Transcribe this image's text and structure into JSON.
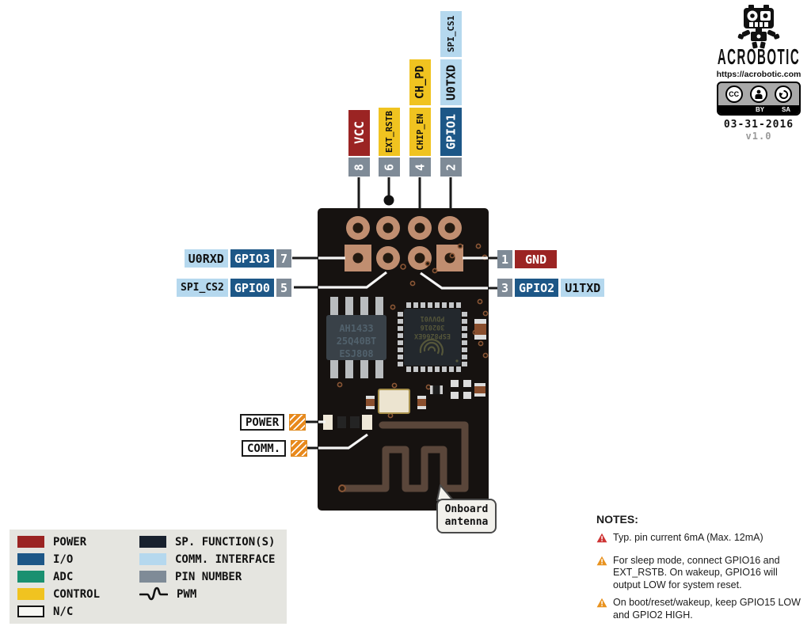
{
  "branding": {
    "name": "ACROBOTIC",
    "url": "https://acrobotic.com",
    "cc_label": "CC",
    "by_label": "BY",
    "sa_label": "SA",
    "date": "03-31-2016",
    "version": "v1.0"
  },
  "pins": {
    "top": [
      {
        "num": "8",
        "l1": "VCC"
      },
      {
        "num": "6",
        "l1": "EXT_RSTB"
      },
      {
        "num": "4",
        "l1": "CHIP_EN",
        "l2": "CH_PD"
      },
      {
        "num": "2",
        "l1": "GPIO1",
        "l2": "U0TXD",
        "l3": "SPI_CS1"
      }
    ],
    "left": [
      {
        "num": "7",
        "gpio": "GPIO3",
        "alt": "U0RXD"
      },
      {
        "num": "5",
        "gpio": "GPIO0",
        "alt": "SPI_CS2"
      }
    ],
    "right": [
      {
        "num": "1",
        "gpio": "GND"
      },
      {
        "num": "3",
        "gpio": "GPIO2",
        "alt": "U1TXD"
      }
    ]
  },
  "board": {
    "flash_chip": {
      "line1": "AH1433",
      "line2": "25Q40BT",
      "line3": "ESJ808"
    },
    "esp_chip": {
      "line1": "ESP8266EX",
      "line2": "302016",
      "line3": "PDVV01"
    },
    "antenna_callout": {
      "line1": "Onboard",
      "line2": "antenna"
    },
    "led_power_label": "POWER",
    "led_comm_label": "COMM."
  },
  "legend": {
    "col1": [
      {
        "label": "POWER",
        "color": "#9b2423"
      },
      {
        "label": "I/O",
        "color": "#1d5787"
      },
      {
        "label": "ADC",
        "color": "#1a9070"
      },
      {
        "label": "CONTROL",
        "color": "#f0c320"
      },
      {
        "label": "N/C",
        "color": "#f7f7f3"
      }
    ],
    "col2": [
      {
        "label": "SP. FUNCTION(S)",
        "color": "#18212e"
      },
      {
        "label": "COMM. INTERFACE",
        "color": "#b5d8ee"
      },
      {
        "label": "PIN NUMBER",
        "color": "#7f8b97"
      },
      {
        "label": "PWM",
        "icon": "pwm-waveform"
      }
    ]
  },
  "notes": {
    "heading": "NOTES:",
    "items": [
      {
        "severity": "red",
        "text": "Typ. pin current 6mA (Max. 12mA)"
      },
      {
        "severity": "orange",
        "text": "For sleep mode, connect GPIO16 and EXT_RSTB. On wakeup, GPIO16 will output LOW for system reset."
      },
      {
        "severity": "orange",
        "text": "On boot/reset/wakeup, keep GPIO15 LOW and GPIO2 HIGH."
      }
    ]
  },
  "colors": {
    "power": "#9b2423",
    "io": "#1d5787",
    "adc": "#1a9070",
    "control": "#f0c320",
    "nc": "#f7f7f3",
    "sp_function": "#18212e",
    "comm_interface": "#b5d8ee",
    "pin_number": "#7f8b97",
    "warning_red": "#ce3333",
    "warning_orange": "#e8921f",
    "board": "#161210",
    "copper_pad": "#c08e70",
    "antenna_trace": "#5a463a"
  }
}
